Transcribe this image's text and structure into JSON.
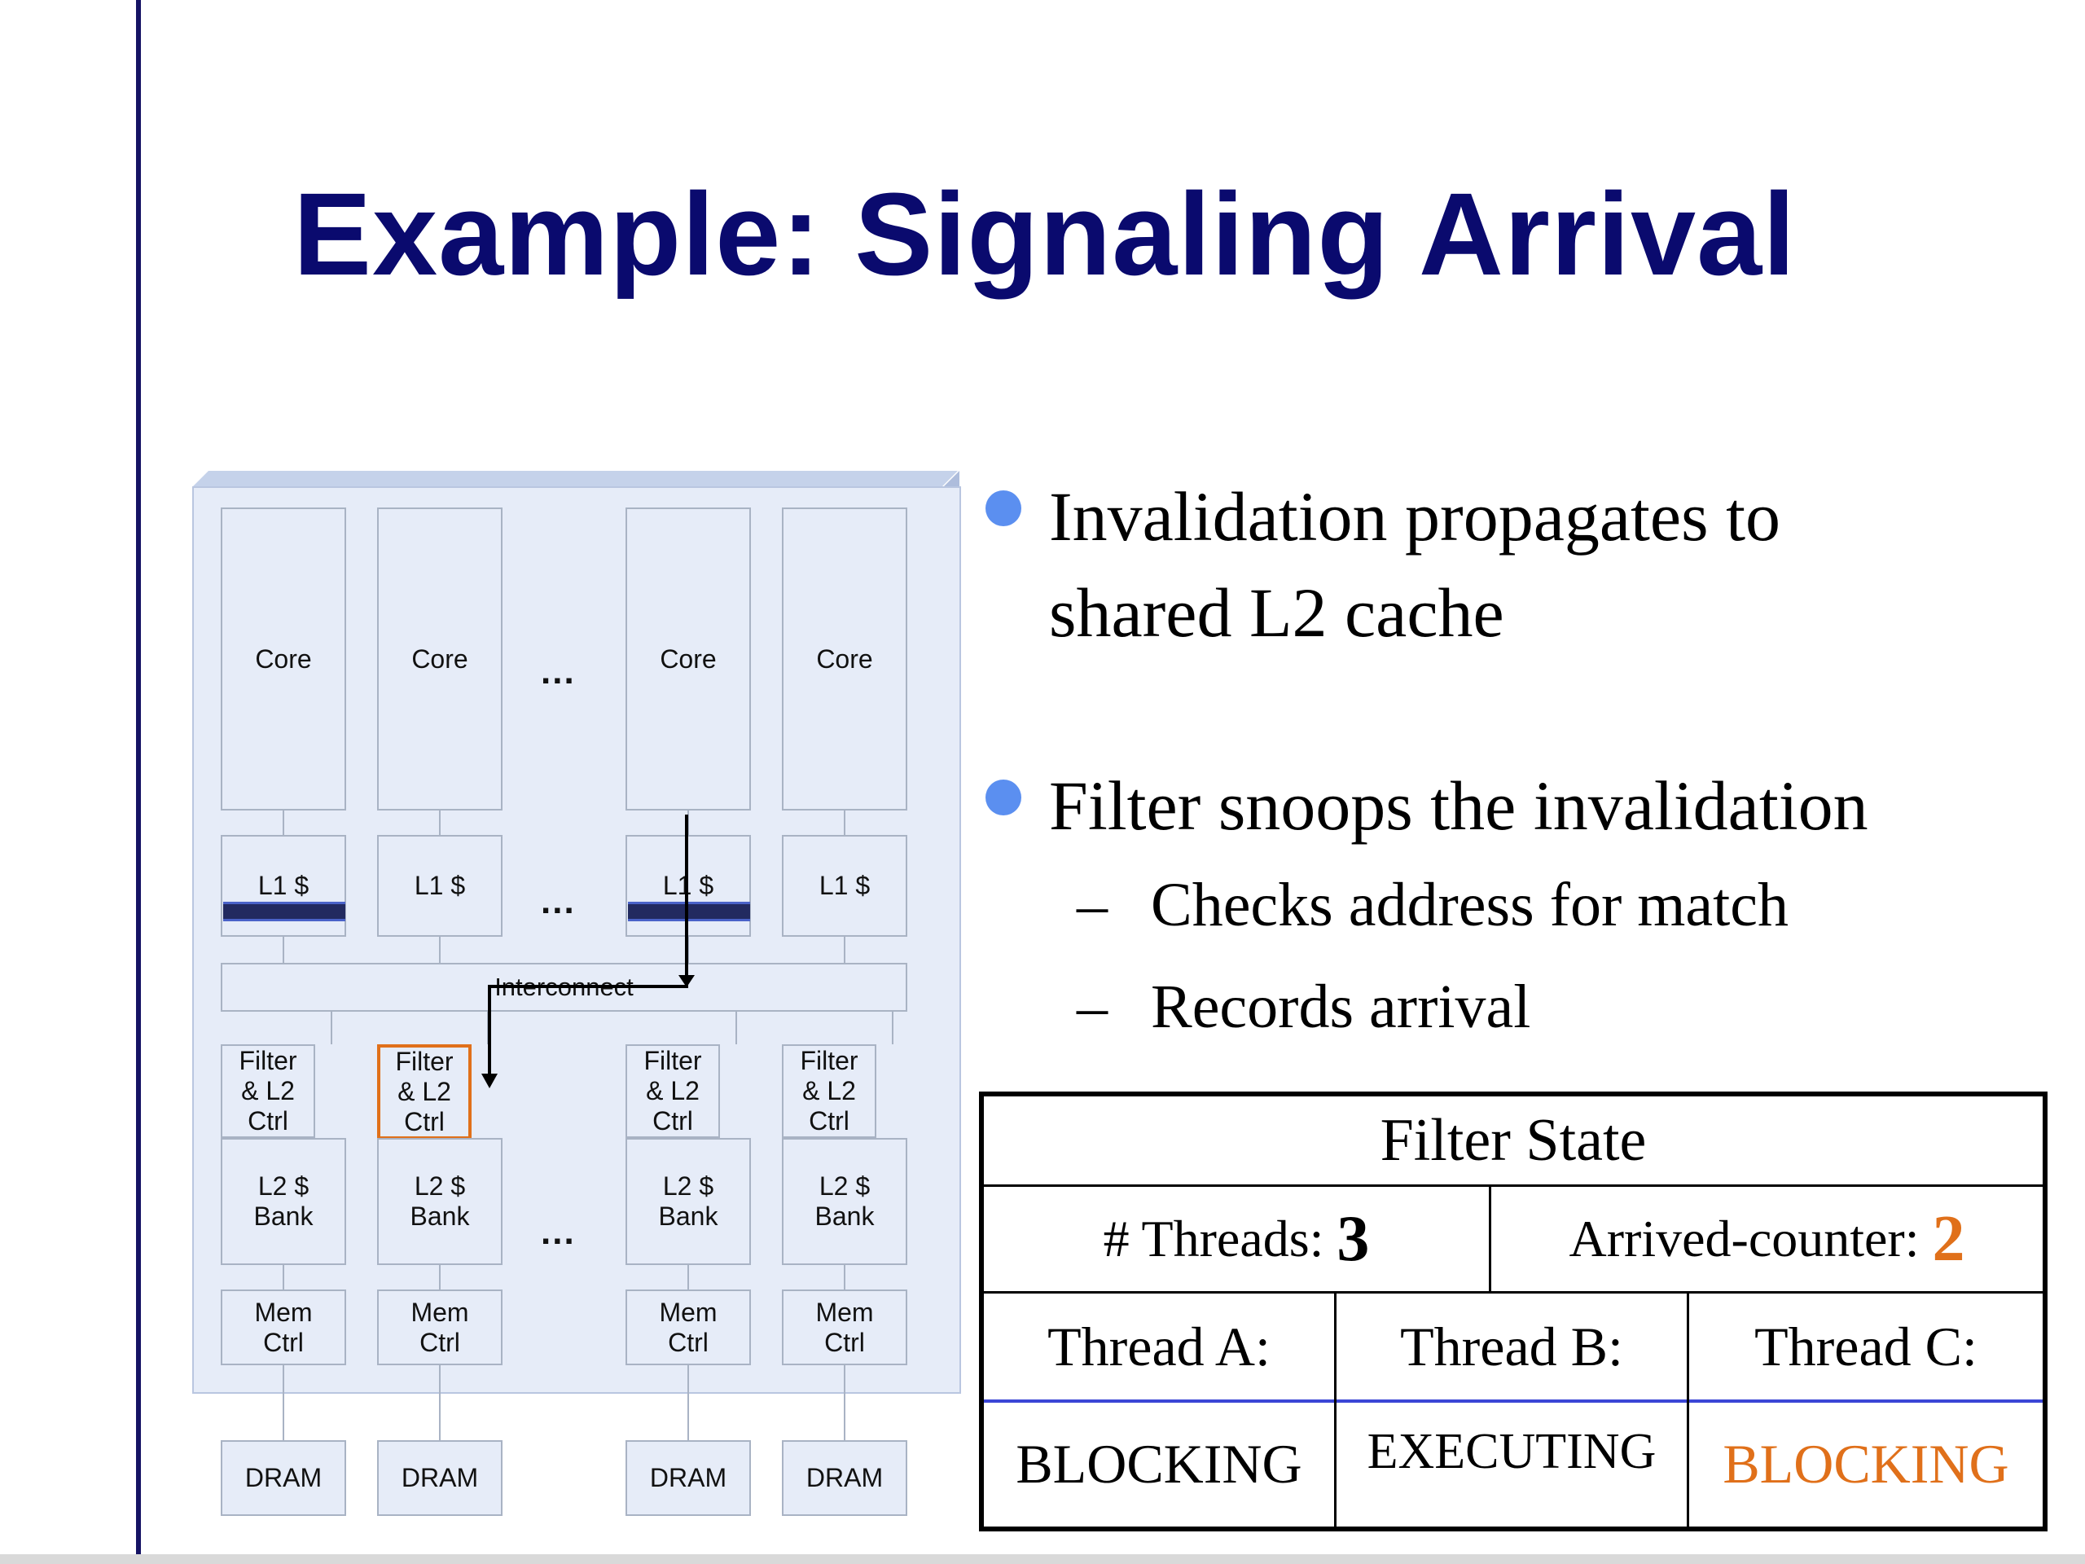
{
  "slide": {
    "title": "Example: Signaling Arrival"
  },
  "diagram": {
    "core_label": "Core",
    "l1_label": "L1 $",
    "interconnect_label": "Interconnect",
    "filter_label_line1": "Filter",
    "filter_label_line2": "& L2",
    "filter_label_line3": "Ctrl",
    "l2_label_line1": "L2 $",
    "l2_label_line2": "Bank",
    "mem_label_line1": "Mem",
    "mem_label_line2": "Ctrl",
    "dram_label": "DRAM",
    "ellipsis": "..."
  },
  "bullets": [
    {
      "line1": "Invalidation propagates to",
      "line2": "shared L2 cache"
    },
    {
      "line1": "Filter snoops the invalidation"
    }
  ],
  "sub_bullets": [
    {
      "dash": "–",
      "text": "Checks address for match"
    },
    {
      "dash": "–",
      "text": "Records arrival"
    }
  ],
  "filter_state": {
    "heading": "Filter State",
    "threads_label": "# Threads: ",
    "threads_value": "3",
    "arrived_label": "Arrived-counter: ",
    "arrived_value": "2",
    "thread_a_label": "Thread A:",
    "thread_b_label": "Thread B:",
    "thread_c_label": "Thread C:",
    "thread_a_state": "BLOCKING",
    "thread_b_state": "EXECUTING",
    "thread_c_state": "BLOCKING",
    "highlight_color": "#e0701a",
    "bullet_color": "#5b8ff0",
    "title_color": "#0a0a6e"
  }
}
